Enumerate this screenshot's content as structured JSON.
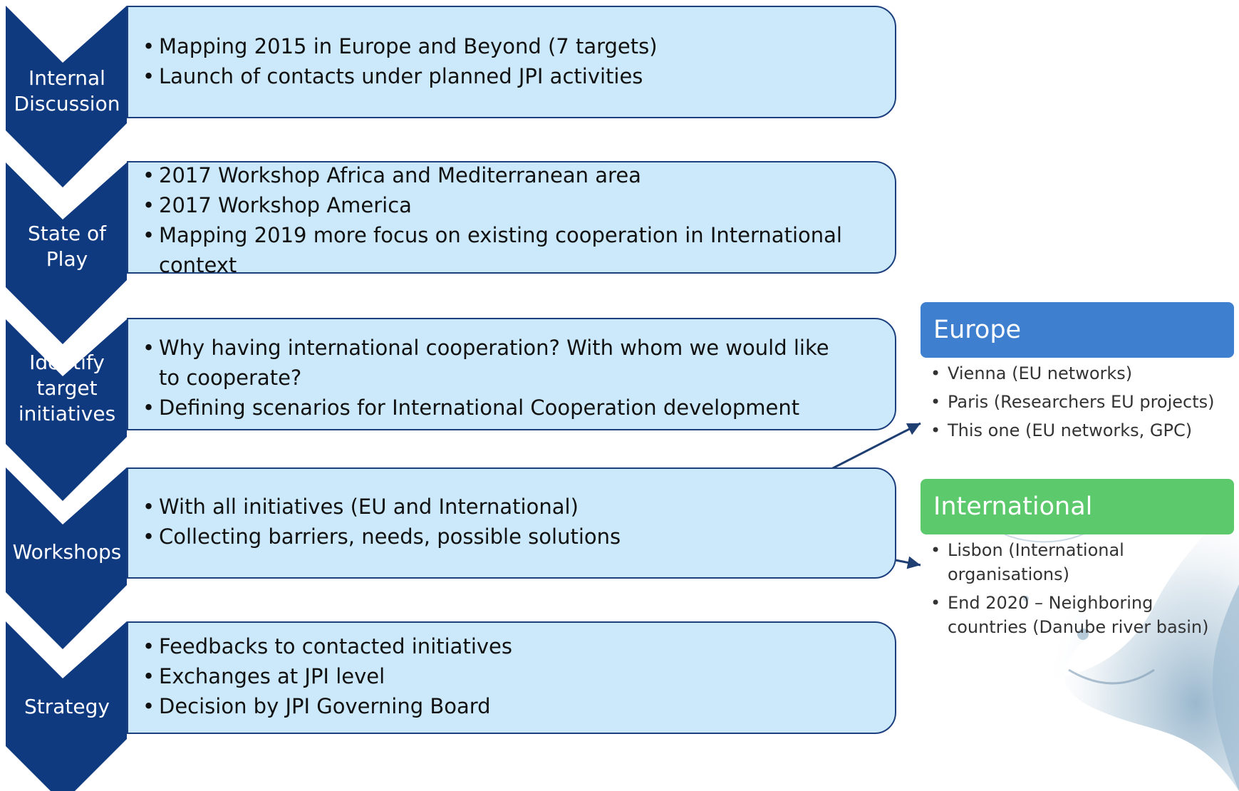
{
  "stages": [
    {
      "label_lines": [
        "Internal",
        "Discussion"
      ],
      "bullets": [
        "Mapping 2015 in Europe and Beyond (7 targets)",
        "Launch of contacts under planned JPI activities"
      ]
    },
    {
      "label_lines": [
        "State of",
        "Play"
      ],
      "bullets": [
        "2017 Workshop Africa and Mediterranean area",
        "2017 Workshop America",
        "Mapping 2019 more focus on existing cooperation in International context"
      ]
    },
    {
      "label_lines": [
        "Identify",
        "target",
        "initiatives"
      ],
      "bullets": [
        "Why having international cooperation? With whom we would like to cooperate?",
        "Defining scenarios for International Cooperation development"
      ]
    },
    {
      "label_lines": [
        "Workshops"
      ],
      "bullets": [
        "With all initiatives (EU and International)",
        "Collecting barriers, needs, possible solutions"
      ]
    },
    {
      "label_lines": [
        "Strategy"
      ],
      "bullets": [
        "Feedbacks to contacted initiatives",
        "Exchanges at JPI level",
        "Decision by JPI Governing Board"
      ]
    }
  ],
  "europe": {
    "title": "Europe",
    "items": [
      "Vienna (EU networks)",
      "Paris (Researchers EU projects)",
      "This one (EU networks, GPC)"
    ]
  },
  "international": {
    "title": "International",
    "items": [
      "Lisbon (International organisations)",
      "End 2020 – Neighboring countries (Danube river basin)"
    ]
  },
  "colors": {
    "chevron": "#0f3a80",
    "box_fill": "#cce9fb",
    "box_border": "#1c3f7e",
    "europe_header": "#3f7fd0",
    "international_header": "#5cc96c",
    "arrow": "#1f3e72"
  }
}
